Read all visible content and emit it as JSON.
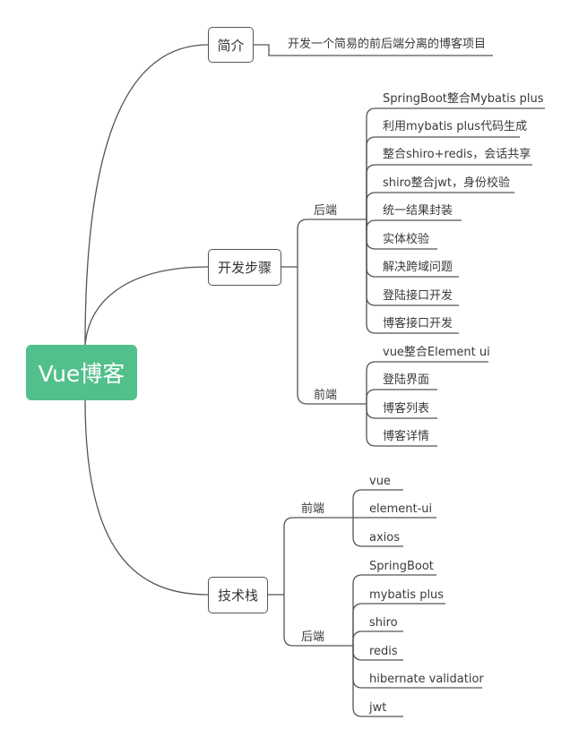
{
  "root": {
    "label": "Vue博客"
  },
  "branches": {
    "intro": {
      "label": "简介",
      "text": "开发一个简易的前后端分离的博客项目"
    },
    "steps": {
      "label": "开发步骤",
      "backend": {
        "label": "后端",
        "items": [
          "SpringBoot整合Mybatis plus",
          "利用mybatis plus代码生成",
          "整合shiro+redis，会话共享",
          "shiro整合jwt，身份校验",
          "统一结果封装",
          "实体校验",
          "解决跨域问题",
          "登陆接口开发",
          "博客接口开发"
        ]
      },
      "frontend": {
        "label": "前端",
        "items": [
          "vue整合Element ui",
          "登陆界面",
          "博客列表",
          "博客详情"
        ]
      }
    },
    "stack": {
      "label": "技术栈",
      "frontend": {
        "label": "前端",
        "items": [
          "vue",
          "element-ui",
          "axios"
        ]
      },
      "backend": {
        "label": "后端",
        "items": [
          "SpringBoot",
          "mybatis plus",
          "shiro",
          "redis",
          "hibernate validatior",
          "jwt"
        ]
      }
    }
  },
  "colors": {
    "root_fill": "#52c08b",
    "line": "#555555",
    "text": "#3a3a3a"
  }
}
